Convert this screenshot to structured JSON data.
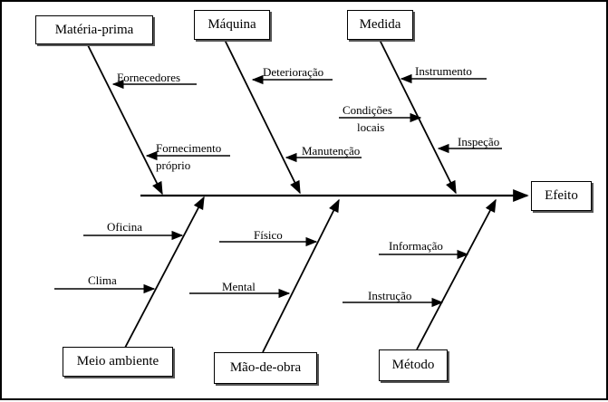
{
  "effect": "Efeito",
  "categories": {
    "materia_prima": "Matéria-prima",
    "maquina": "Máquina",
    "medida": "Medida",
    "meio_ambiente": "Meio ambiente",
    "mao_de_obra": "Mão-de-obra",
    "metodo": "Método"
  },
  "causes": {
    "fornecedores": "Fornecedores",
    "fornecimento": "Fornecimento",
    "proprio": "próprio",
    "deterioracao": "Deterioração",
    "manutencao": "Manutenção",
    "instrumento": "Instrumento",
    "condicoes": "Condições",
    "locais": "locais",
    "inspecao": "Inspeção",
    "oficina": "Oficina",
    "clima": "Clima",
    "fisico": "Físico",
    "mental": "Mental",
    "informacao": "Informação",
    "instrucao": "Instrução"
  }
}
